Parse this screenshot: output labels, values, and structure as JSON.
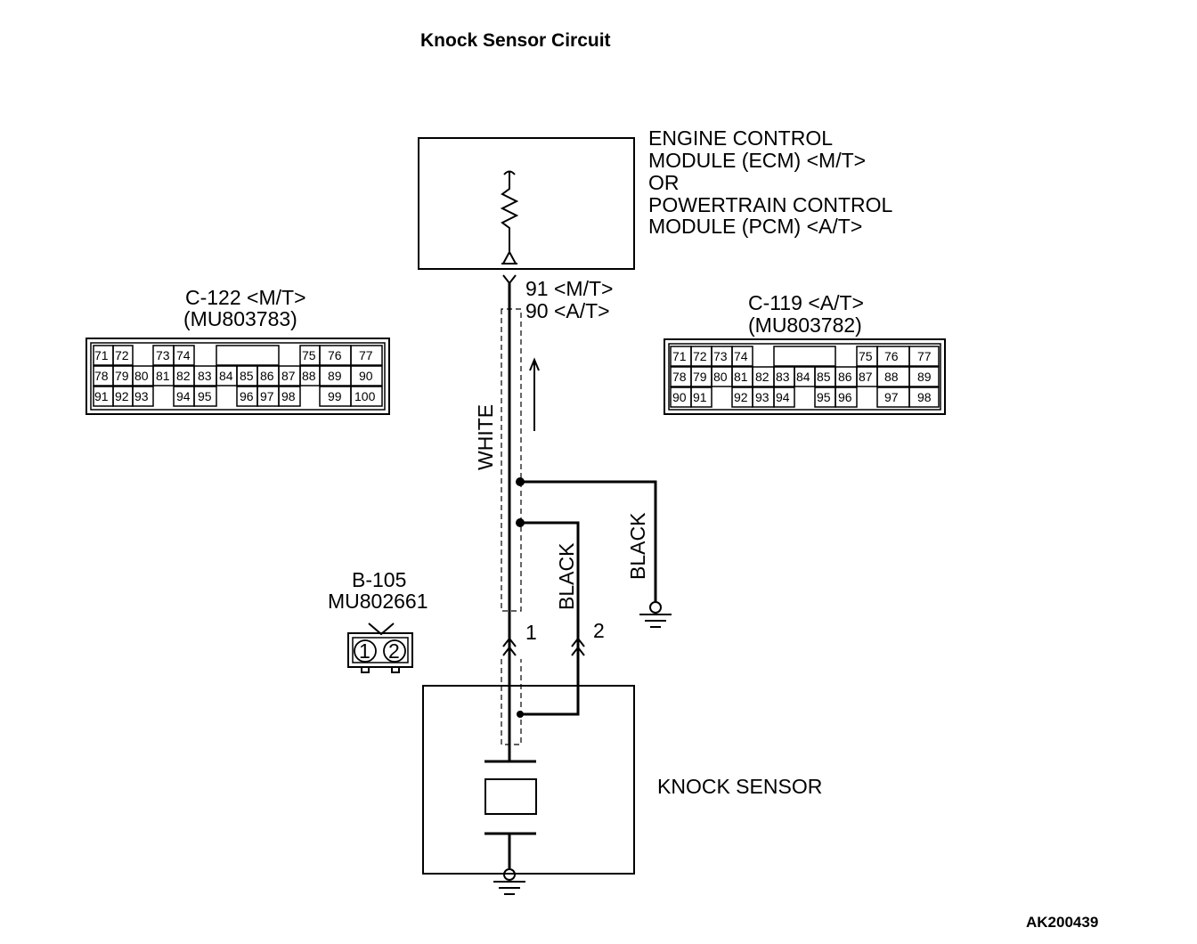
{
  "title": "Knock Sensor Circuit",
  "ecm": {
    "lines": [
      "ENGINE CONTROL",
      "MODULE (ECM) <M/T>",
      "OR",
      "POWERTRAIN CONTROL",
      "MODULE (PCM) <A/T>"
    ]
  },
  "ecm_pins": {
    "mt": "91 <M/T>",
    "at": "90 <A/T>"
  },
  "connector_c122": {
    "name": "C-122 <M/T>",
    "part": "(MU803783)",
    "rows": [
      [
        "71",
        "72",
        "",
        "73",
        "74",
        "",
        "",
        "",
        "",
        "75",
        "76",
        "77"
      ],
      [
        "78",
        "79",
        "80",
        "81",
        "82",
        "83",
        "84",
        "85",
        "86",
        "87",
        "88",
        "89",
        "90"
      ],
      [
        "91",
        "92",
        "93",
        "",
        "94",
        "95",
        "",
        "96",
        "97",
        "98",
        "",
        "99",
        "100"
      ]
    ]
  },
  "connector_c119": {
    "name": "C-119 <A/T>",
    "part": "(MU803782)",
    "rows": [
      [
        "71",
        "72",
        "73",
        "74",
        "",
        "",
        "75",
        "76",
        "77"
      ],
      [
        "78",
        "79",
        "80",
        "81",
        "82",
        "83",
        "84",
        "85",
        "86",
        "87",
        "88",
        "89"
      ],
      [
        "90",
        "91",
        "",
        "92",
        "93",
        "94",
        "",
        "95",
        "96",
        "",
        "97",
        "98"
      ]
    ]
  },
  "wires": {
    "white": "WHITE",
    "black1": "BLACK",
    "black2": "BLACK"
  },
  "sensor_pins": {
    "p1": "1",
    "p2": "2"
  },
  "connector_b105": {
    "name": "B-105",
    "part": "MU802661",
    "pins": [
      "1",
      "2"
    ]
  },
  "knock_sensor": {
    "label": "KNOCK SENSOR"
  },
  "figure_code": "AK200439"
}
